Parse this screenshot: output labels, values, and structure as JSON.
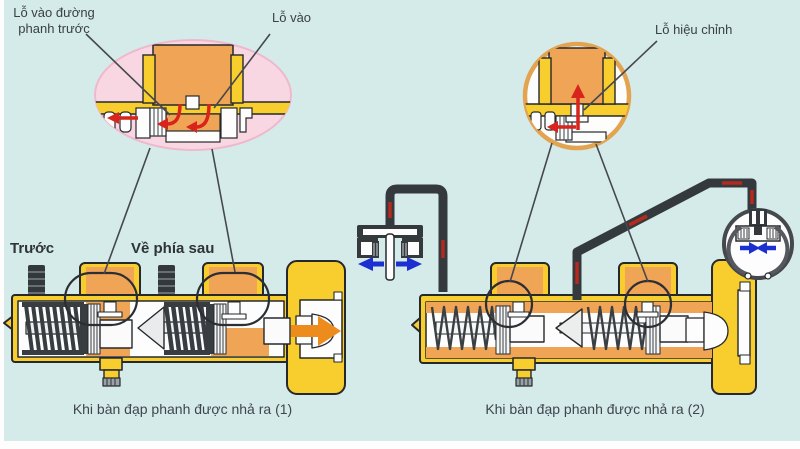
{
  "diagram": {
    "callouts": {
      "front_brake_line_inlet": "Lỗ vào đường phanh trước",
      "inlet": "Lỗ vào",
      "adjusting_port": "Lỗ hiệu chỉnh",
      "front": "Trước",
      "to_rear": "Về phía sau"
    },
    "captions": {
      "left": "Khi bàn đạp phanh được nhả ra (1)",
      "right": "Khi bàn đạp phanh được nhả ra (2)"
    },
    "icons": {
      "flow_arrow_right": "orange right arrow (fluid return flow)",
      "fluid_arrows_red": "red arrows (fluid through port)",
      "force_arrows_blue": "blue arrows (piston/pad release direction)"
    },
    "colors": {
      "background": "#d5ebea",
      "cylinder_body_yellow": "#f8cd2e",
      "chamber_orange": "#f0a455",
      "flow_arrow_orange": "#ee8b1d",
      "fluid_red": "#d7251d",
      "force_blue": "#1c2fd1",
      "inset_pink": "#f9d7e2",
      "inset_ring_orange": "#e3a452",
      "pipe_dark": "#34393d"
    }
  }
}
